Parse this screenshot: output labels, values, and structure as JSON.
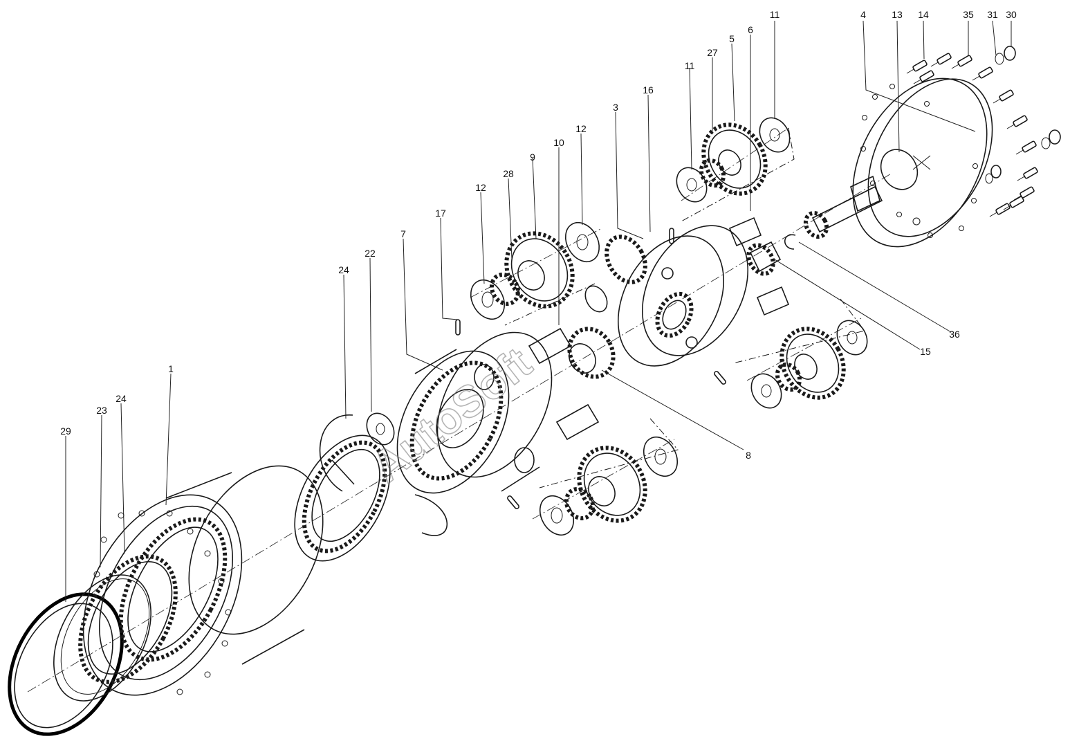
{
  "watermark": "AutoSoft",
  "callouts": [
    {
      "id": "c-1",
      "label": "1"
    },
    {
      "id": "c-23",
      "label": "23"
    },
    {
      "id": "c-24a",
      "label": "24"
    },
    {
      "id": "c-29",
      "label": "29"
    },
    {
      "id": "c-24b",
      "label": "24"
    },
    {
      "id": "c-22",
      "label": "22"
    },
    {
      "id": "c-7",
      "label": "7"
    },
    {
      "id": "c-17",
      "label": "17"
    },
    {
      "id": "c-12a",
      "label": "12"
    },
    {
      "id": "c-28",
      "label": "28"
    },
    {
      "id": "c-9",
      "label": "9"
    },
    {
      "id": "c-10",
      "label": "10"
    },
    {
      "id": "c-12b",
      "label": "12"
    },
    {
      "id": "c-3",
      "label": "3"
    },
    {
      "id": "c-16",
      "label": "16"
    },
    {
      "id": "c-11a",
      "label": "11"
    },
    {
      "id": "c-27",
      "label": "27"
    },
    {
      "id": "c-5",
      "label": "5"
    },
    {
      "id": "c-6",
      "label": "6"
    },
    {
      "id": "c-11b",
      "label": "11"
    },
    {
      "id": "c-4",
      "label": "4"
    },
    {
      "id": "c-13",
      "label": "13"
    },
    {
      "id": "c-14",
      "label": "14"
    },
    {
      "id": "c-35",
      "label": "35"
    },
    {
      "id": "c-31",
      "label": "31"
    },
    {
      "id": "c-30",
      "label": "30"
    },
    {
      "id": "c-8",
      "label": "8"
    },
    {
      "id": "c-15",
      "label": "15"
    },
    {
      "id": "c-36",
      "label": "36"
    }
  ]
}
